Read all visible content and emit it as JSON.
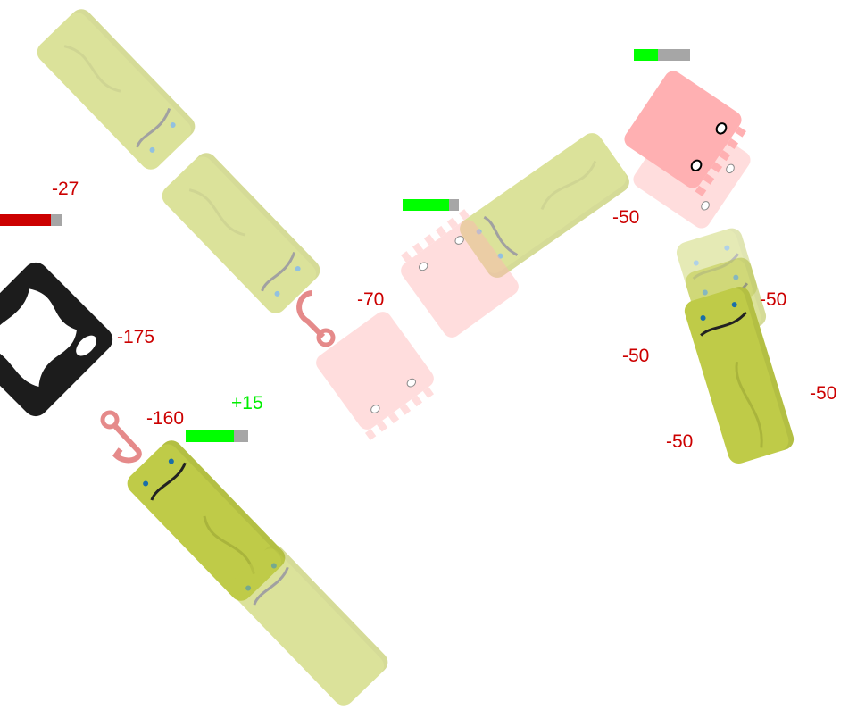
{
  "colors": {
    "damage": "#cc0000",
    "heal": "#00ee00",
    "bar_bg": "#a6a6a6",
    "bar_good": "#00ff00",
    "bar_bad": "#cc0000",
    "eel": "#bfcb48",
    "jelly": "#ffb4b4"
  },
  "health_bars": [
    {
      "id": "cow",
      "value": 0.81,
      "color": "#cc0000"
    },
    {
      "id": "eel-lower",
      "value": 0.77,
      "color": "#00ff00"
    },
    {
      "id": "jelly-mid",
      "value": 0.82,
      "color": "#00ff00"
    },
    {
      "id": "jelly-top",
      "value": 0.43,
      "color": "#00ff00"
    }
  ],
  "labels": {
    "cow_hp": "-27",
    "cow_dmg": "-175",
    "hook_dmg_1": "-160",
    "heal": "+15",
    "hook_dmg_2": "-70",
    "eel_dmg_1": "-50",
    "eel_dmg_2": "-50",
    "eel_dmg_3": "-50",
    "eel_dmg_4": "-50",
    "eel_dmg_5": "-50"
  },
  "icons": [
    "eel-creature",
    "jelly-creature",
    "cow-creature",
    "hook-icon"
  ]
}
